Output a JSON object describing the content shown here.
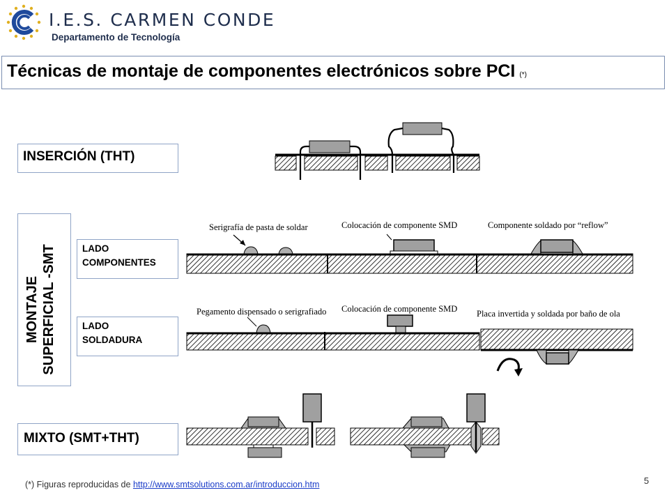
{
  "header": {
    "school_name": "I.E.S. CARMEN CONDE",
    "department": "Departamento de Tecnología"
  },
  "title": {
    "text": "Técnicas de montaje de componentes electrónicos sobre PCI",
    "note": "(*)"
  },
  "sections": {
    "tht_label": "INSERCIÓN  (THT)",
    "smt_label_line1": "MONTAJE",
    "smt_label_line2": "SUPERFICIAL -SMT",
    "lado_componentes_line1": "LADO",
    "lado_componentes_line2": "COMPONENTES",
    "lado_soldadura_line1": "LADO",
    "lado_soldadura_line2": "SOLDADURA",
    "mixto_label": "MIXTO (SMT+THT)"
  },
  "figures": {
    "comp_step1": "Serigrafía de pasta de soldar",
    "comp_step2": "Colocación de componente SMD",
    "comp_step3": "Componente soldado por “reflow”",
    "sold_step1": "Pegamento dispensado o serigrafiado",
    "sold_step2": "Colocación de componente SMD",
    "sold_step3": "Placa invertida y soldada por baño de ola"
  },
  "footer": {
    "note_prefix": "(*) Figuras reproducidas de ",
    "link": "http://www.smtsolutions.com.ar/introduccion.htm",
    "page_number": "5"
  },
  "colors": {
    "brand_navy": "#1f2e4d",
    "logo_blue": "#1f4a9c",
    "box_border": "#8fa4c7",
    "link_blue": "#1a3cc8",
    "component_gray": "#a0a0a0"
  }
}
